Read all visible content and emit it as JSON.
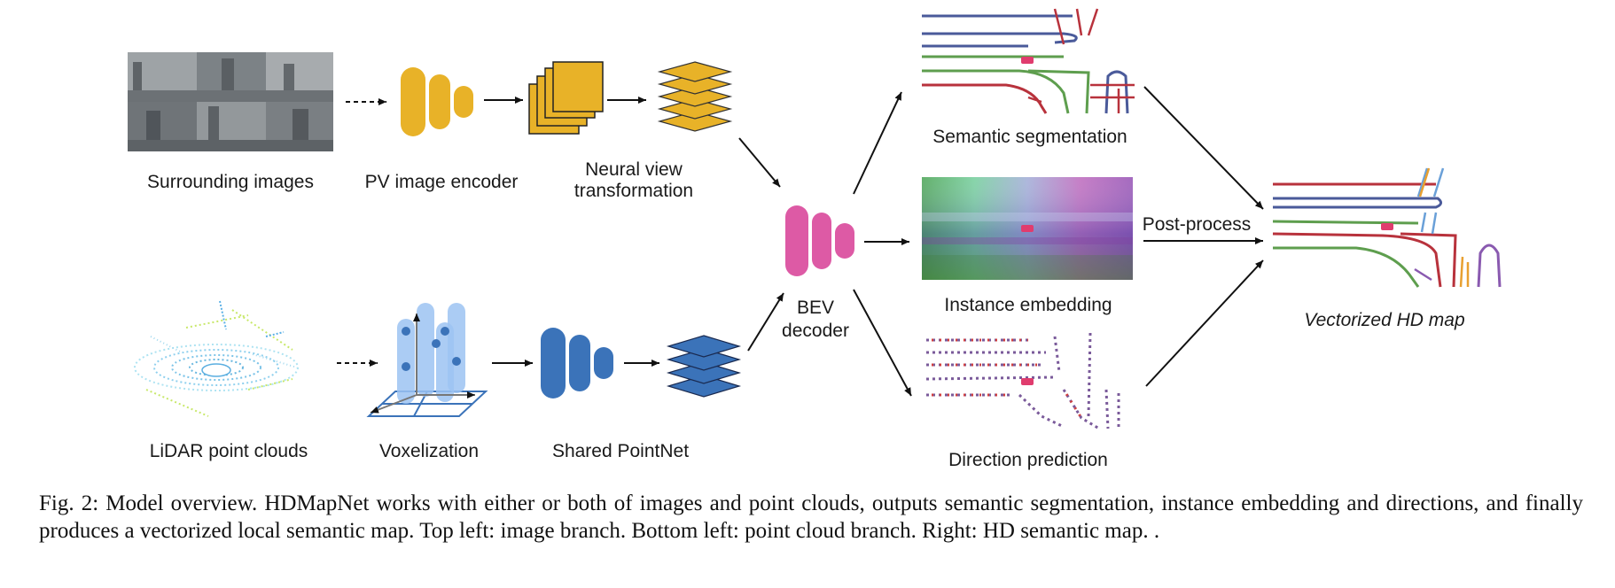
{
  "labels": {
    "surrounding_images": "Surrounding images",
    "pv_encoder": "PV image encoder",
    "neural_view_line1": "Neural view",
    "neural_view_line2": "transformation",
    "lidar": "LiDAR point clouds",
    "voxelization": "Voxelization",
    "shared_pointnet": "Shared PointNet",
    "bev_line1": "BEV",
    "bev_line2": "decoder",
    "semantic_seg": "Semantic segmentation",
    "instance_emb": "Instance embedding",
    "direction_pred": "Direction prediction",
    "post_process": "Post-process",
    "vectorized_map": "Vectorized HD map"
  },
  "caption": "Fig. 2: Model overview. HDMapNet works with either or both of images and point clouds, outputs semantic segmentation, instance embedding and directions, and finally produces a vectorized local semantic map. Top left: image branch. Bottom left: point cloud branch. Right: HD semantic map. .",
  "colors": {
    "image_branch": "#e8b228",
    "lidar_branch": "#3b73b9",
    "voxel_light": "#9cc3f2",
    "bev_decoder": "#dd5aa5",
    "map_red": "#b8323c",
    "map_green": "#5e9e4e",
    "map_blue": "#4a5a9a",
    "car": "#e03c6e"
  }
}
